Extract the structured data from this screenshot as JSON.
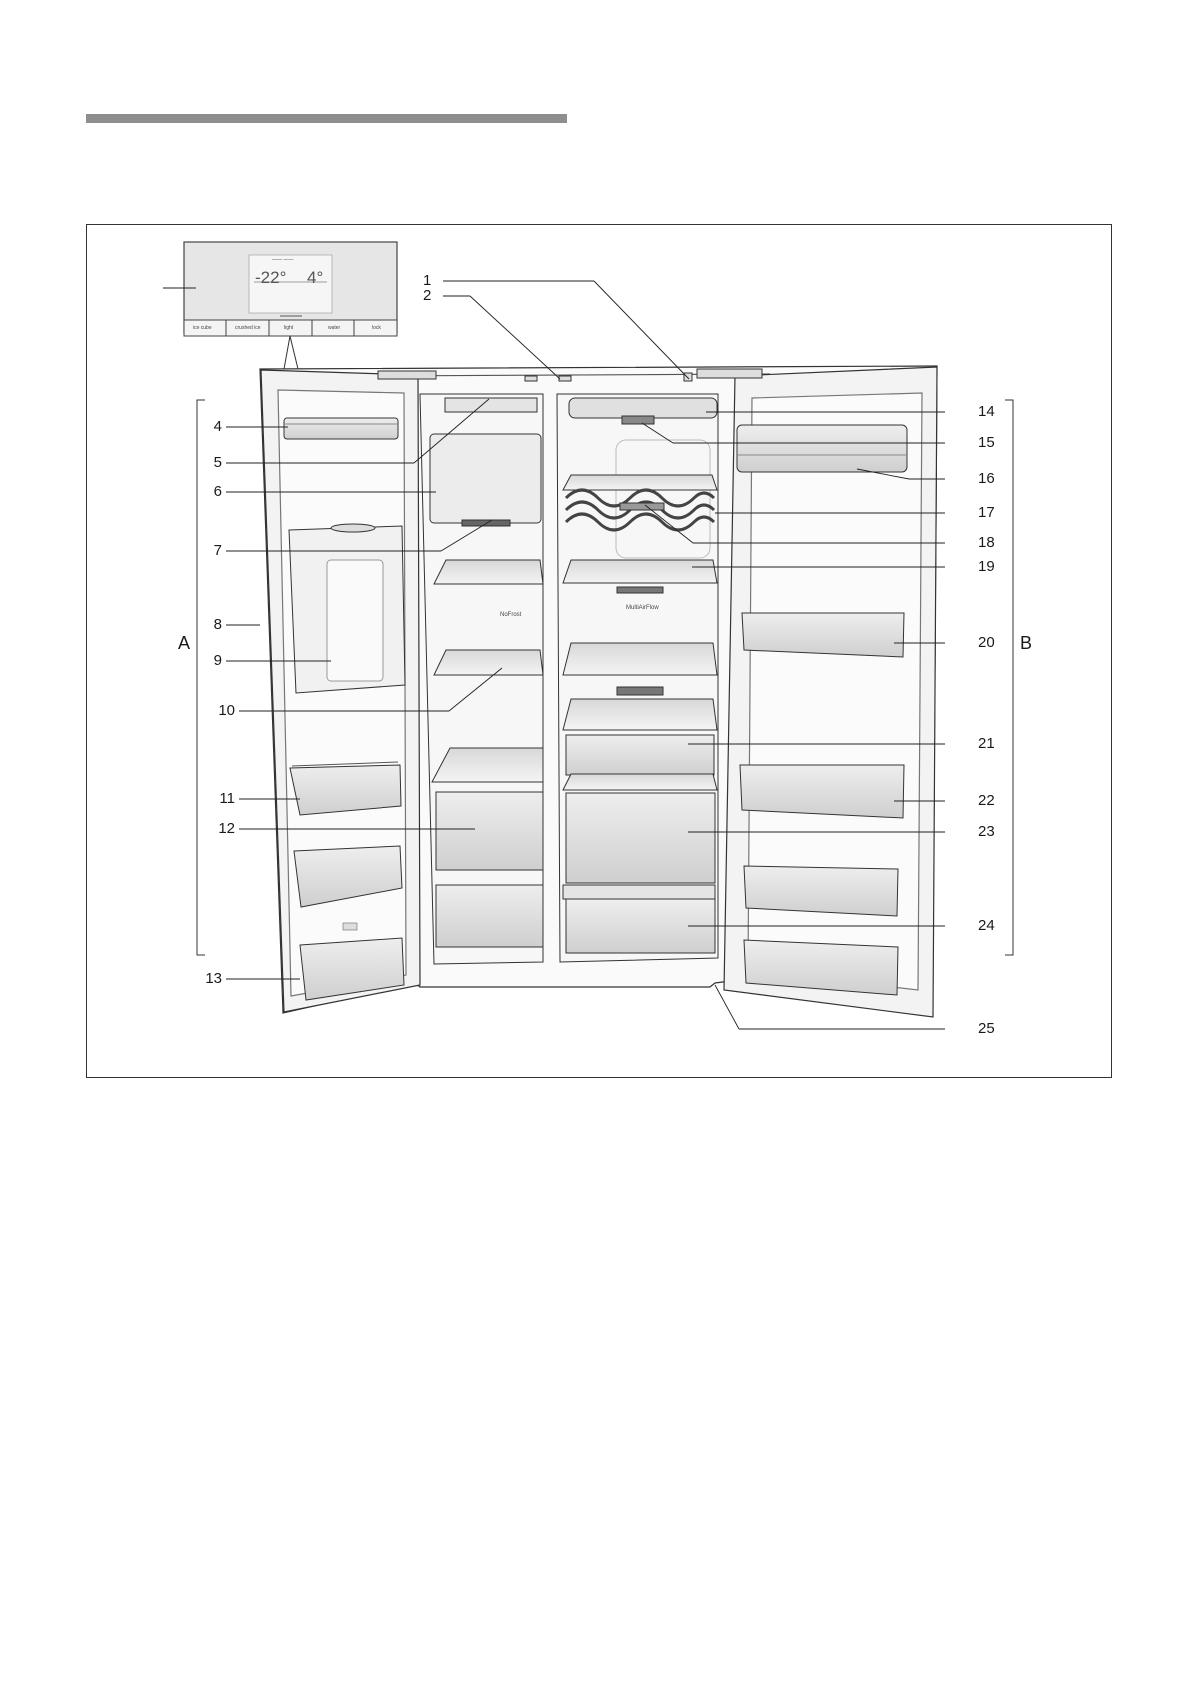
{
  "callouts": {
    "n1": "1",
    "n2": "2",
    "n4": "4",
    "n5": "5",
    "n6": "6",
    "n7": "7",
    "n8": "8",
    "n9": "9",
    "n10": "10",
    "n11": "11",
    "n12": "12",
    "n13": "13",
    "n14": "14",
    "n15": "15",
    "n16": "16",
    "n17": "17",
    "n18": "18",
    "n19": "19",
    "n20": "20",
    "n21": "21",
    "n22": "22",
    "n23": "23",
    "n24": "24",
    "n25": "25"
  },
  "sections": {
    "freezer": "A",
    "fridge": "B"
  },
  "display": {
    "freezer_temp": "-22°",
    "fridge_temp": "4°",
    "buttons": [
      "ice cube",
      "crushed ice",
      "light",
      "water",
      "lock"
    ]
  },
  "interior_labels": {
    "freezer_badge": "NoFrost",
    "fridge_badge": "MultiAirFlow"
  },
  "colors": {
    "line": "#333333",
    "header_bar": "#8e8e8e"
  }
}
